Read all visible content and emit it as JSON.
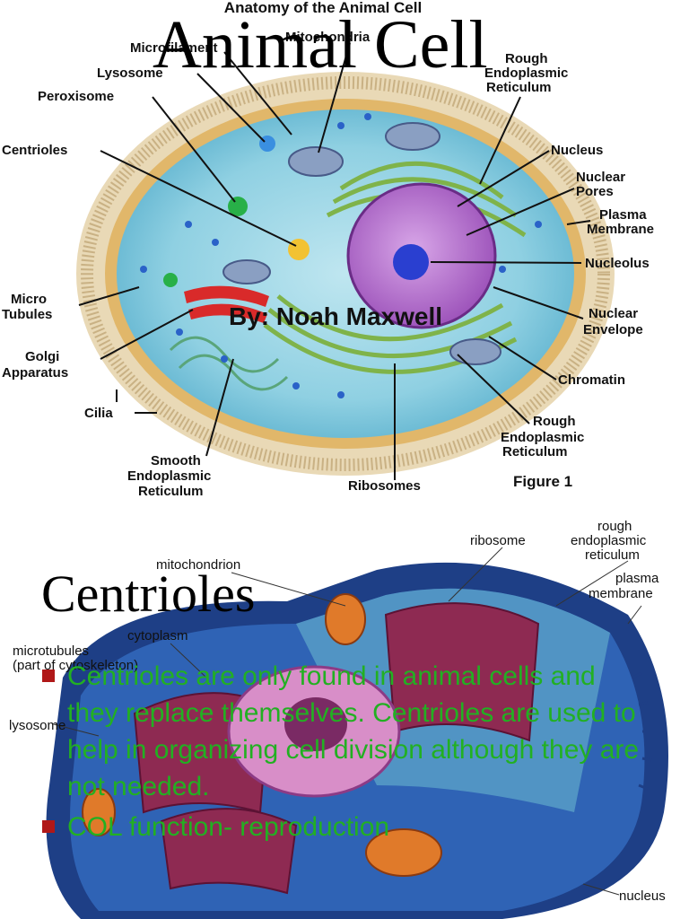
{
  "slide1": {
    "figure_heading": "Anatomy of the Animal Cell",
    "title": "Animal Cell",
    "byline": "By: Noah Maxwell",
    "figure_caption": "Figure 1",
    "labels": {
      "microfilament": "Microfilament",
      "mitochondria": "Mitochondria",
      "rough_er_top_1": "Rough",
      "rough_er_top_2": "Endoplasmic",
      "rough_er_top_3": "Reticulum",
      "lysosome": "Lysosome",
      "peroxisome": "Peroxisome",
      "centrioles": "Centrioles",
      "nucleus": "Nucleus",
      "nuclear_pores_1": "Nuclear",
      "nuclear_pores_2": "Pores",
      "plasma_membrane_1": "Plasma",
      "plasma_membrane_2": "Membrane",
      "nucleolus": "Nucleolus",
      "micro_tubules_1": "Micro",
      "micro_tubules_2": "Tubules",
      "nuclear_envelope_1": "Nuclear",
      "nuclear_envelope_2": "Envelope",
      "golgi_1": "Golgi",
      "golgi_2": "Apparatus",
      "chromatin": "Chromatin",
      "cilia": "Cilia",
      "rough_er_bottom_1": "Rough",
      "rough_er_bottom_2": "Endoplasmic",
      "rough_er_bottom_3": "Reticulum",
      "smooth_er_1": "Smooth",
      "smooth_er_2": "Endoplasmic",
      "smooth_er_3": "Reticulum",
      "ribosomes": "Ribosomes"
    }
  },
  "slide2": {
    "title": "Centrioles",
    "labels": {
      "mitochondrion": "mitochondrion",
      "ribosome": "ribosome",
      "rough_er_1": "rough",
      "rough_er_2": "endoplasmic",
      "rough_er_3": "reticulum",
      "plasma_membrane_1": "plasma",
      "plasma_membrane_2": "membrane",
      "cytoplasm": "cytoplasm",
      "microtubules_1": "microtubules",
      "microtubules_2": "(part of cytoskeleton)",
      "lysosome": "lysosome",
      "nucleus": "nucleus"
    },
    "bullets": [
      "Centrioles are only found in animal cells and they replace themselves. Centrioles are used to help in organizing cell division although they are not needed.",
      "COL function- reproduction"
    ],
    "colors": {
      "bullet_text": "#22b022",
      "bullet_marker": "#b01818"
    }
  }
}
